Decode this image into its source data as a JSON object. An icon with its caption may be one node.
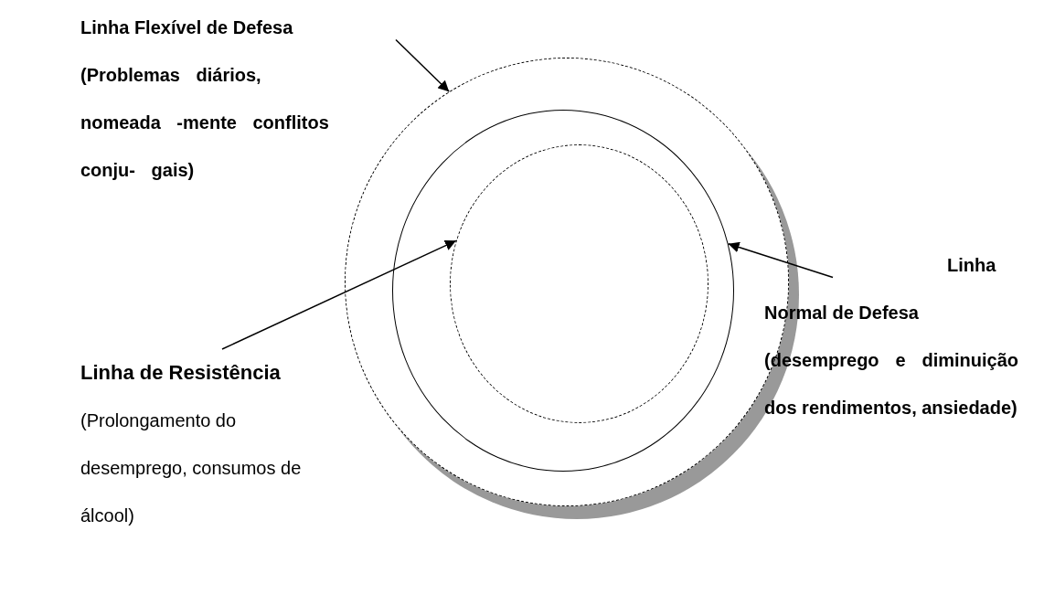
{
  "diagram": {
    "nodes": [
      {
        "text": [
          "Linha Flexível de Defesa",
          "(Problemas diários, nomeada -mente conflitos conju- gais)"
        ]
      },
      {
        "text": [],
        "shape": "circle"
      },
      {
        "text": [],
        "shape": "circle",
        "in": 1
      },
      {
        "text": [],
        "shape": "circle",
        "in": 2
      },
      {
        "text": [
          "Linha Normal de Defesa",
          "(desemprego e diminuição dos rendimentos, ansiedade)"
        ]
      },
      {
        "text": [
          "Linha de Resistência",
          "(Prolongamento do desemprego, consumos de álcool)"
        ]
      }
    ],
    "edges": [
      {
        "from": 0,
        "to": 1,
        "arrow": "to"
      },
      {
        "from": 4,
        "to": 2,
        "arrow": "to"
      },
      {
        "from": 5,
        "to": 3,
        "arrow": "to"
      }
    ]
  }
}
